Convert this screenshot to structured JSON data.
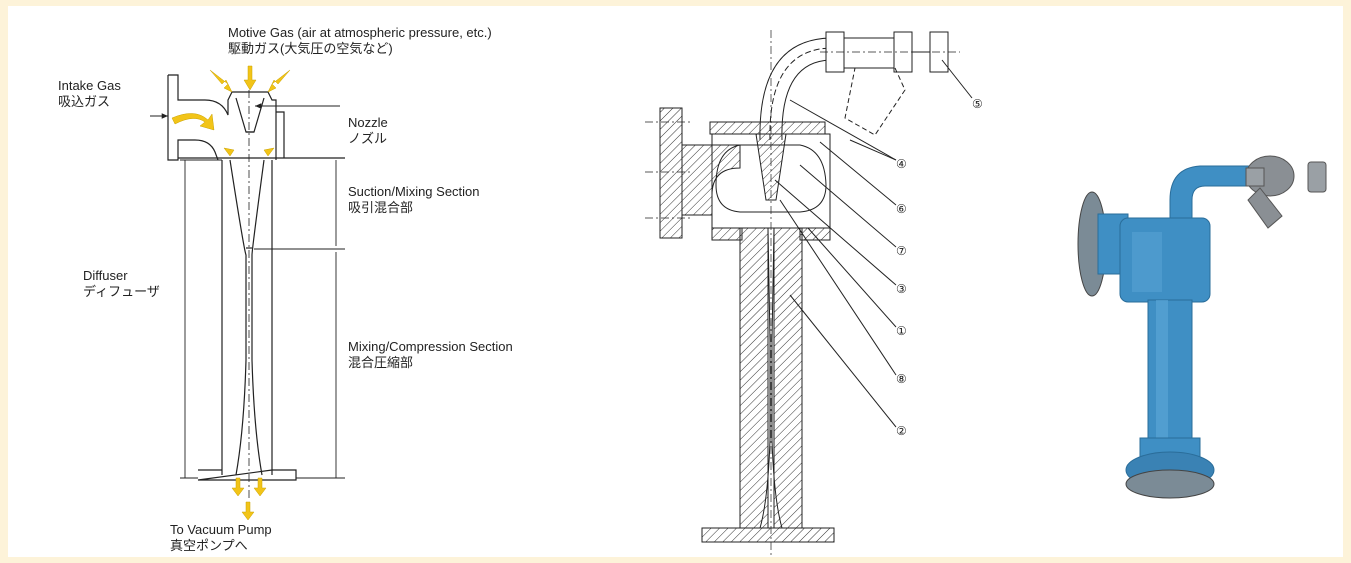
{
  "labels": {
    "motive_gas_en": "Motive Gas (air at atmospheric pressure, etc.)",
    "motive_gas_jp": "駆動ガス(大気圧の空気など)",
    "intake_gas_en": "Intake Gas",
    "intake_gas_jp": "吸込ガス",
    "nozzle_en": "Nozzle",
    "nozzle_jp": "ノズル",
    "suction_en": "Suction/Mixing Section",
    "suction_jp": "吸引混合部",
    "diffuser_en": "Diffuser",
    "diffuser_jp": "ディフューザ",
    "mixing_en": "Mixing/Compression Section",
    "mixing_jp": "混合圧縮部",
    "vacuum_en": "To Vacuum Pump",
    "vacuum_jp": "真空ポンプへ"
  },
  "part_numbers": [
    "⑤",
    "④",
    "⑥",
    "⑦",
    "③",
    "①",
    "⑧",
    "②"
  ],
  "colors": {
    "background": "#fdf3d9",
    "arrow": "#f2c418",
    "body_blue": "#3f8fc4",
    "line": "#222222"
  }
}
